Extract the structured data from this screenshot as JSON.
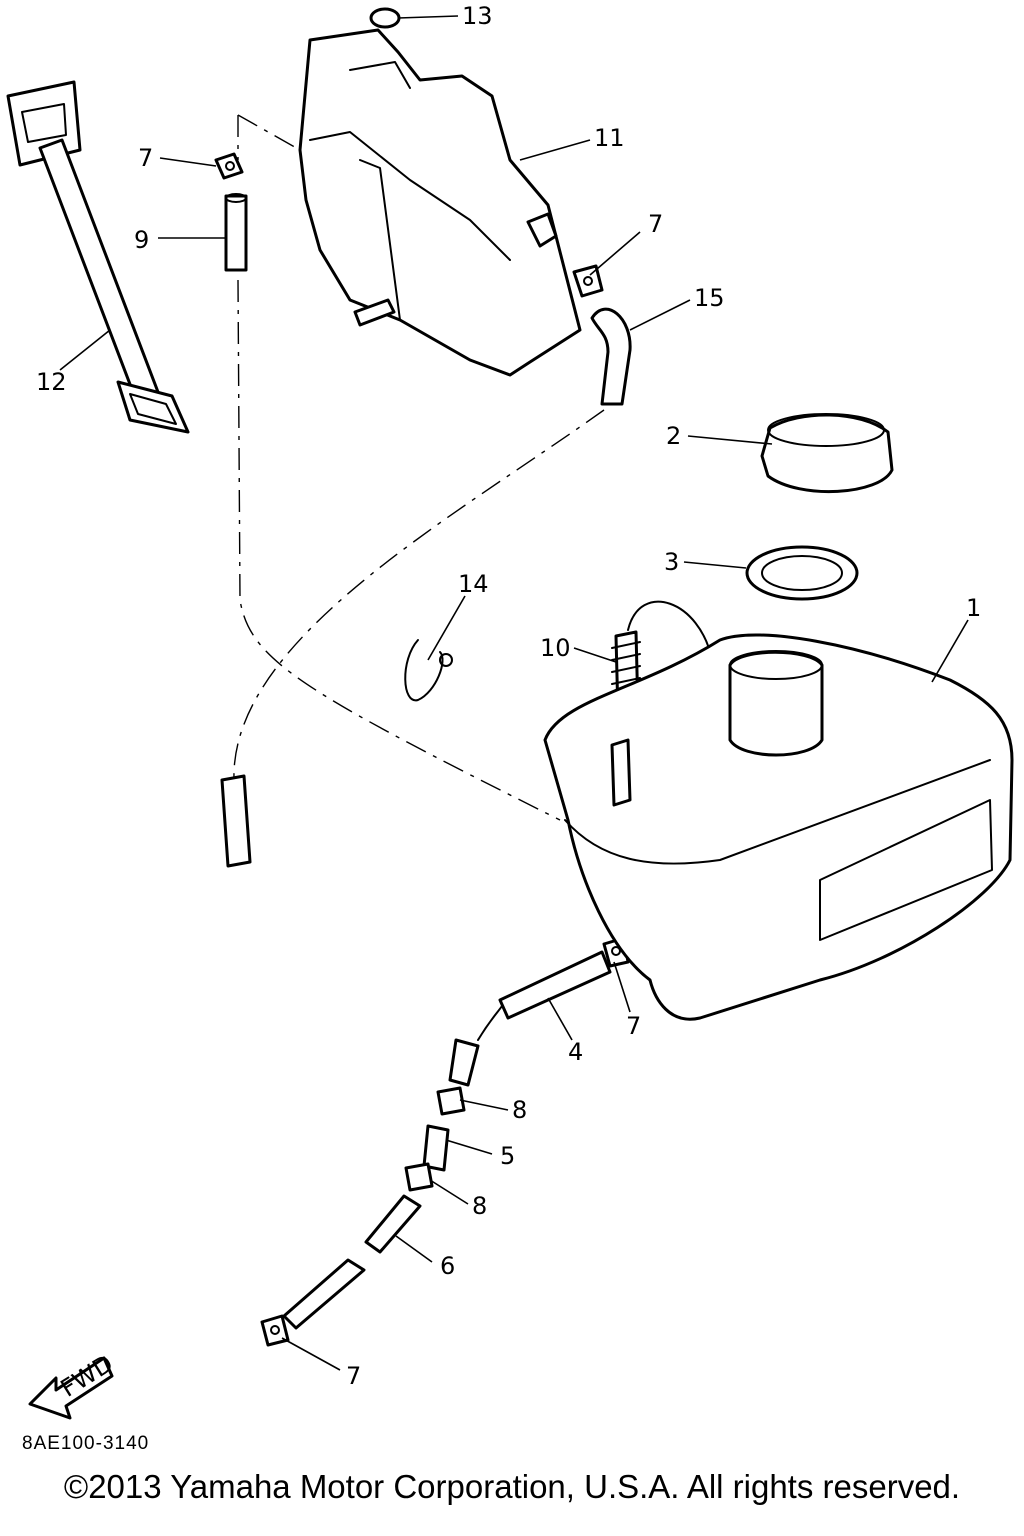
{
  "callouts": {
    "c1": "1",
    "c2": "2",
    "c3": "3",
    "c4": "4",
    "c5": "5",
    "c6": "6",
    "c7a": "7",
    "c7b": "7",
    "c7c": "7",
    "c7d": "7",
    "c8a": "8",
    "c8b": "8",
    "c9": "9",
    "c10": "10",
    "c11": "11",
    "c12": "12",
    "c13": "13",
    "c14": "14",
    "c15": "15"
  },
  "fwd_label": "FWD",
  "figure_code": "8AE100-3140",
  "copyright": "©2013 Yamaha Motor Corporation, U.S.A. All rights reserved."
}
